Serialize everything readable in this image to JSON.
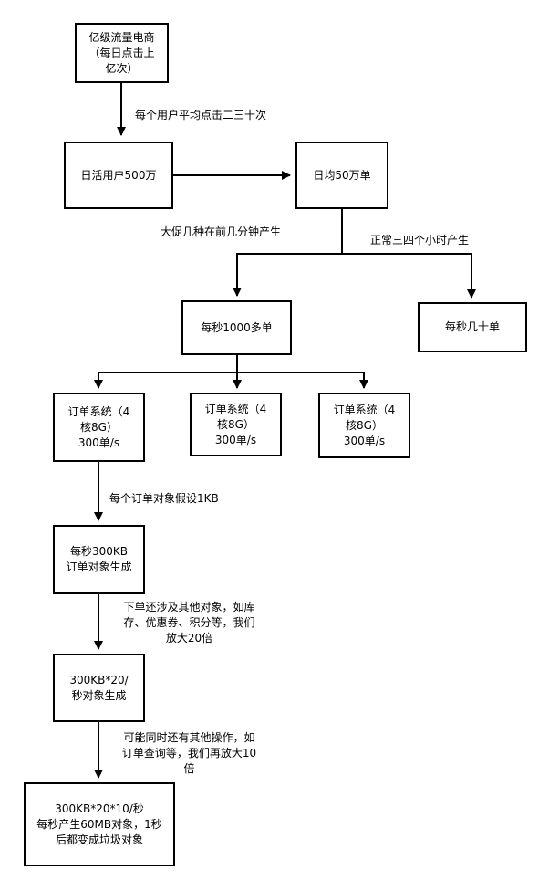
{
  "nodes": {
    "top": "亿级流量电商\n（每日点击上\n亿次）",
    "dau": "日活用户500万",
    "orders_daily": "日均50万单",
    "promo_peak": "每秒1000多单",
    "normal_rate": "每秒几十单",
    "order_sys_1": "订单系统（4\n核8G）\n300单/s",
    "order_sys_2": "订单系统（4\n核8G）\n300单/s",
    "order_sys_3": "订单系统（4\n核8G）\n300单/s",
    "obj_300kb": "每秒300KB\n订单对象生成",
    "obj_x20": "300KB*20/\n秒对象生成",
    "obj_final": "300KB*20*10/秒\n每秒产生60MB对象，1秒\n后都变成垃圾对象"
  },
  "edge_labels": {
    "clicks_per_user": "每个用户平均点击二三十次",
    "promo": "大促几种在前几分钟产生",
    "normal": "正常三四个小时产生",
    "order_size": "每个订单对象假设1KB",
    "amplify_20": "下单还涉及其他对象，如库\n存、优惠券、积分等，我们\n放大20倍",
    "amplify_10": "可能同时还有其他操作，如\n订单查询等，我们再放大10\n倍"
  }
}
